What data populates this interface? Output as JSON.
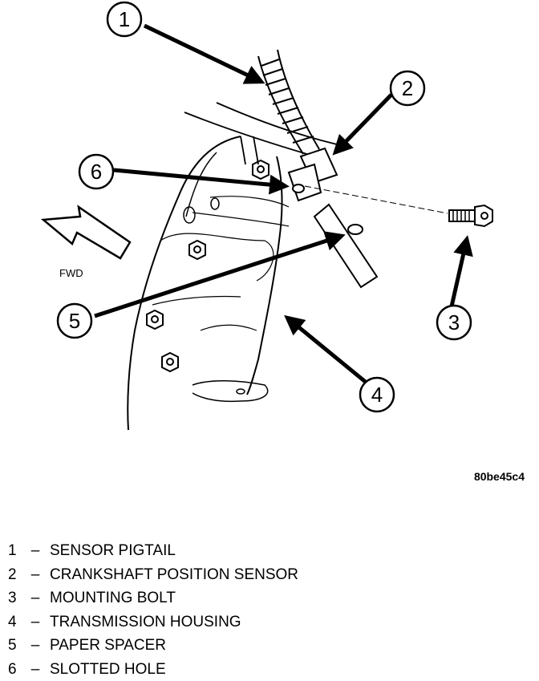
{
  "callouts": {
    "c1": "1",
    "c2": "2",
    "c3": "3",
    "c4": "4",
    "c5": "5",
    "c6": "6"
  },
  "direction_label": "FWD",
  "figure_id": "80be45c4",
  "legend": [
    {
      "number": "1",
      "dash": "–",
      "text": "SENSOR PIGTAIL"
    },
    {
      "number": "2",
      "dash": "–",
      "text": "CRANKSHAFT POSITION SENSOR"
    },
    {
      "number": "3",
      "dash": "–",
      "text": "MOUNTING BOLT"
    },
    {
      "number": "4",
      "dash": "–",
      "text": "TRANSMISSION HOUSING"
    },
    {
      "number": "5",
      "dash": "–",
      "text": "PAPER SPACER"
    },
    {
      "number": "6",
      "dash": "–",
      "text": "SLOTTED HOLE"
    }
  ]
}
